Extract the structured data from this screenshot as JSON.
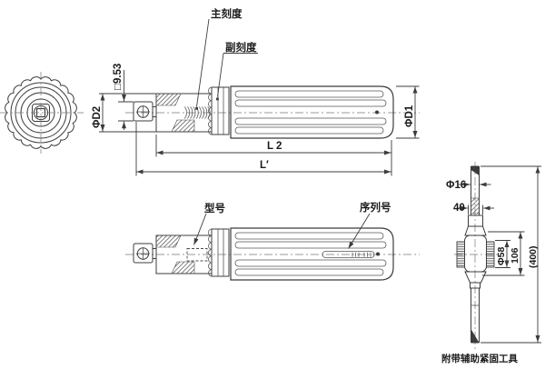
{
  "drawing": {
    "background_color": "#ffffff",
    "line_color": "#3c3c3c",
    "text_color": "#1a1a1a"
  },
  "labels": {
    "main_scale": "主刻度",
    "sub_scale": "副刻度",
    "square_drive_size": "□9.53",
    "dia_d2": "ΦD2",
    "dia_d1": "ΦD1",
    "length_l2": "L 2",
    "length_l_prime": "L′",
    "model_no": "型号",
    "serial_no": "序列号",
    "aux_dia_16": "Φ16",
    "aux_width_40": "40",
    "aux_dia_58": "Φ58",
    "aux_height_106": "106",
    "aux_length_400": "(400)",
    "caption_aux_tool": "附带辅助紧固工具"
  }
}
